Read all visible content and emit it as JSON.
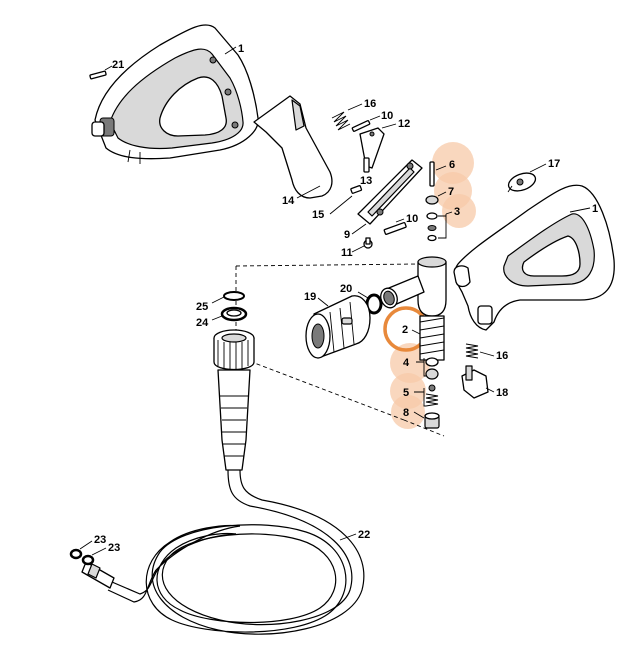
{
  "highlight_color": "#f7c9a8",
  "selected_color": "#e8893b",
  "selected_label": "2",
  "labels": {
    "p1_top": "1",
    "p21": "21",
    "p16_top": "16",
    "p10_top": "10",
    "p12": "12",
    "p14": "14",
    "p13": "13",
    "p15": "15",
    "p9": "9",
    "p10_mid": "10",
    "p11": "11",
    "p6": "6",
    "p7": "7",
    "p3": "3",
    "p17": "17",
    "p1_right": "1",
    "p20": "20",
    "p19": "19",
    "p25": "25",
    "p24": "24",
    "p2": "2",
    "p4": "4",
    "p5": "5",
    "p8": "8",
    "p16_right": "16",
    "p18": "18",
    "p22": "22",
    "p23_a": "23",
    "p23_b": "23"
  }
}
